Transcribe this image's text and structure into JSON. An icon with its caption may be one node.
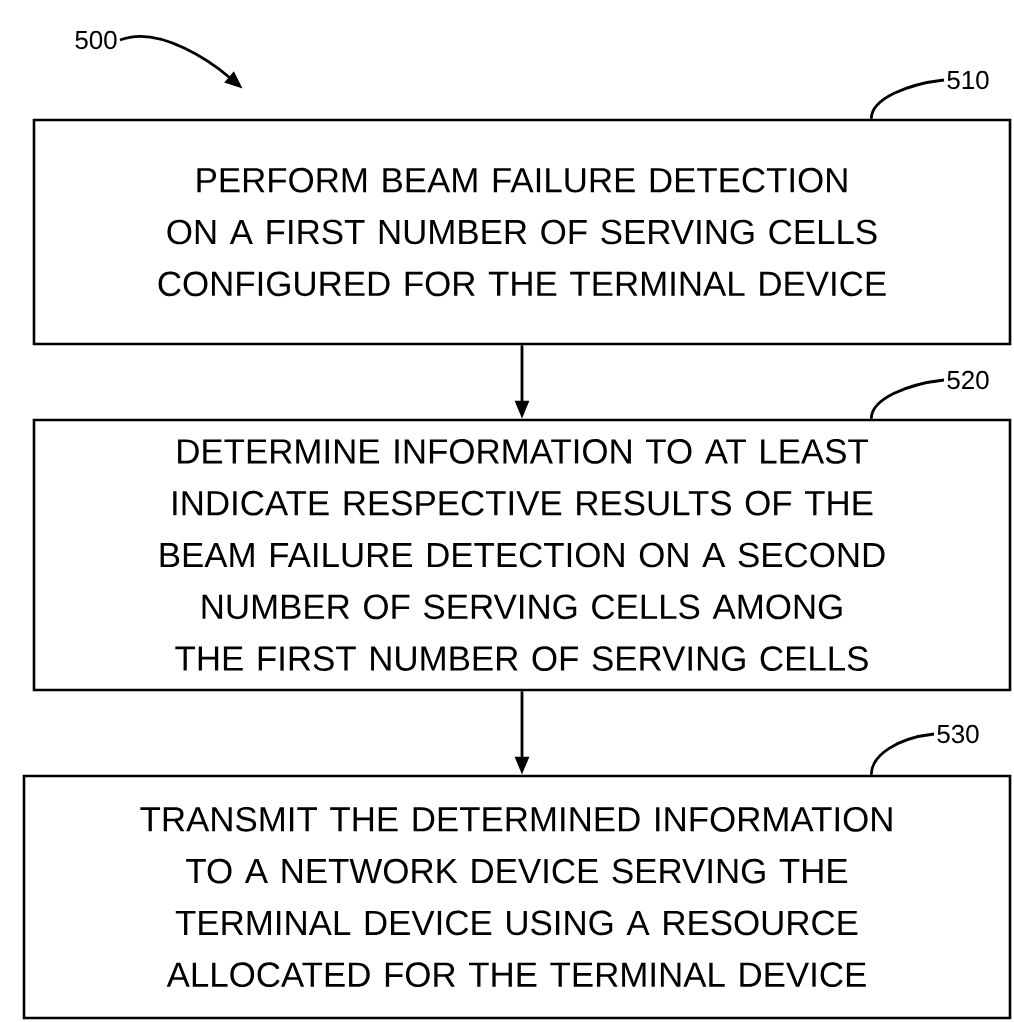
{
  "diagram": {
    "nodes": [
      {
        "text": [
          "500"
        ]
      },
      {
        "text": [
          "510"
        ]
      },
      {
        "text": [
          "PERFORM BEAM FAILURE DETECTION ON A FIRST NUMBER OF SERVING CELLS CONFIGURED FOR THE TERMINAL DEVICE"
        ]
      },
      {
        "text": [
          "520"
        ]
      },
      {
        "text": [
          "DETERMINE INFORMATION TO AT LEAST INDICATE RESPECTIVE RESULTS OF THE BEAM FAILURE DETECTION ON A SECOND NUMBER OF SERVING CELLS AMONG THE FIRST NUMBER OF SERVING CELLS"
        ]
      },
      {
        "text": [
          "530"
        ]
      },
      {
        "text": [
          "TRANSMIT THE DETERMINED INFORMATION TO A NETWORK DEVICE SERVING THE TERMINAL DEVICE USING A RESOURCE ALLOCATED FOR THE TERMINAL DEVICE"
        ]
      }
    ],
    "edges": [
      {
        "from": 0,
        "to": 2,
        "arrow": "to"
      },
      {
        "from": 1,
        "to": 2,
        "arrow": "none"
      },
      {
        "from": 3,
        "to": 4,
        "arrow": "none"
      },
      {
        "from": 5,
        "to": 6,
        "arrow": "none"
      },
      {
        "from": 2,
        "to": 4,
        "arrow": "to"
      },
      {
        "from": 4,
        "to": 6,
        "arrow": "to"
      }
    ]
  }
}
